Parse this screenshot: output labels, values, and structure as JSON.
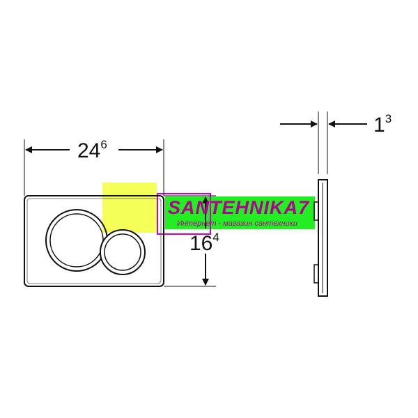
{
  "dimensions": {
    "width": {
      "value": "24",
      "sup": "6"
    },
    "height": {
      "value": "16",
      "sup": "4"
    },
    "depth": {
      "value": "1",
      "sup": "3"
    }
  },
  "watermark": {
    "brand": "SANTEHNIKA7",
    "tagline": "Интернет - магазин сантехники",
    "colors": {
      "green": "#22ee22",
      "yellow": "#f2ff3a",
      "magenta": "#b0008f"
    }
  }
}
